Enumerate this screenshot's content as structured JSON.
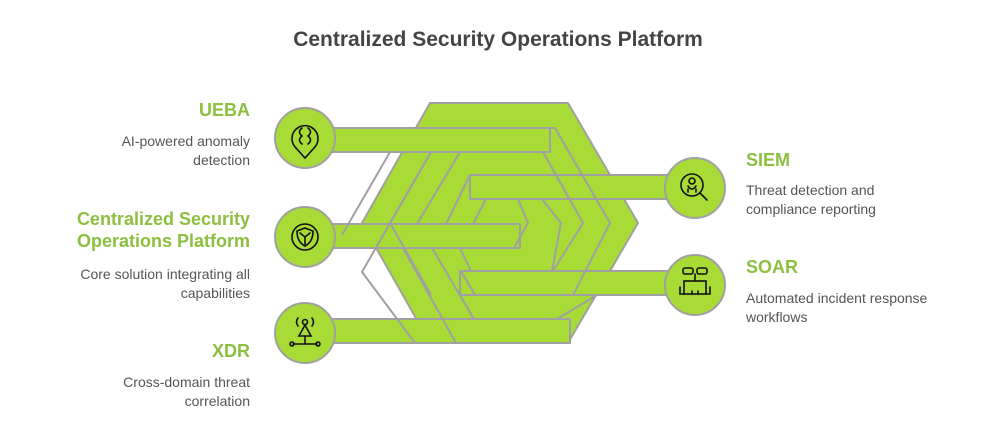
{
  "title": "Centralized Security Operations Platform",
  "colors": {
    "accent": "#a8db35",
    "label": "#8cbf3f",
    "stroke": "#a0a0a0"
  },
  "left": [
    {
      "label": "UEBA",
      "description": "AI-powered anomaly detection",
      "icon": "brain-location-icon"
    },
    {
      "label": "Centralized Security Operations Platform",
      "description": "Core solution integrating all capabilities",
      "icon": "shield-icon"
    },
    {
      "label": "XDR",
      "description": "Cross-domain threat correlation",
      "icon": "antenna-network-icon"
    }
  ],
  "right": [
    {
      "label": "SIEM",
      "description": "Threat detection and compliance reporting",
      "icon": "magnifier-bug-icon"
    },
    {
      "label": "SOAR",
      "description": "Automated incident response workflows",
      "icon": "robot-icon"
    }
  ]
}
